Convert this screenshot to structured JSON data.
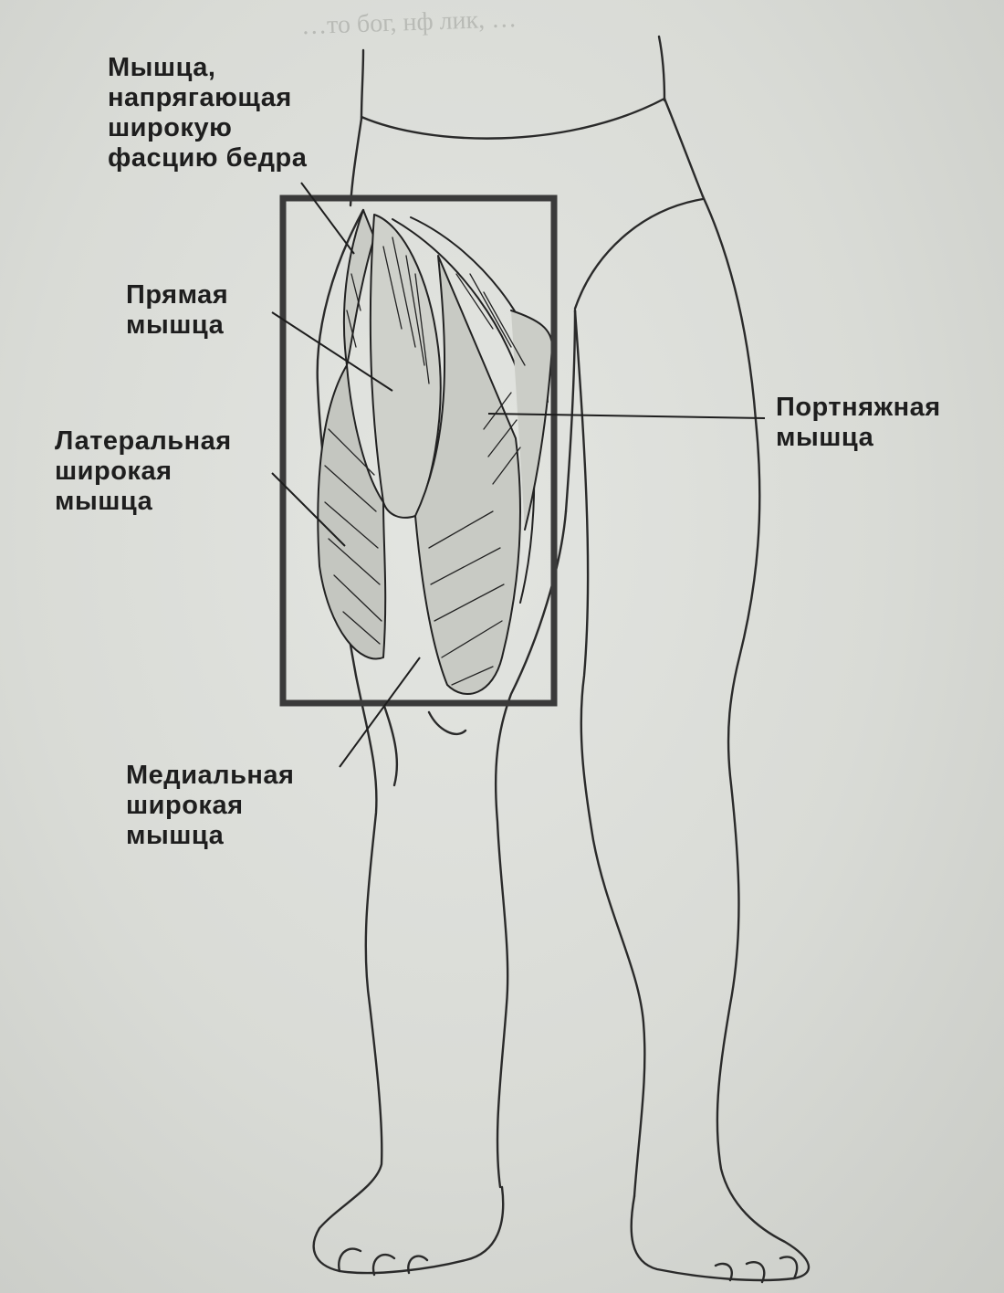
{
  "labels": {
    "tensor_fasciae_latae": [
      "Мышца,",
      "напрягающая",
      "широкую",
      "фасцию бедра"
    ],
    "rectus": [
      "Прямая",
      "мышца"
    ],
    "vastus_lateralis": [
      "Латеральная",
      "широкая",
      "мышца"
    ],
    "sartorius": [
      "Портняжная",
      "мышца"
    ],
    "vastus_medialis": [
      "Медиальная",
      "широкая",
      "мышца"
    ]
  },
  "stray_text": "…то бог, нф лик, …",
  "colors": {
    "paper": "#d6d8d3",
    "ink": "#1e1e1e",
    "frame": "#3a3a3a"
  }
}
